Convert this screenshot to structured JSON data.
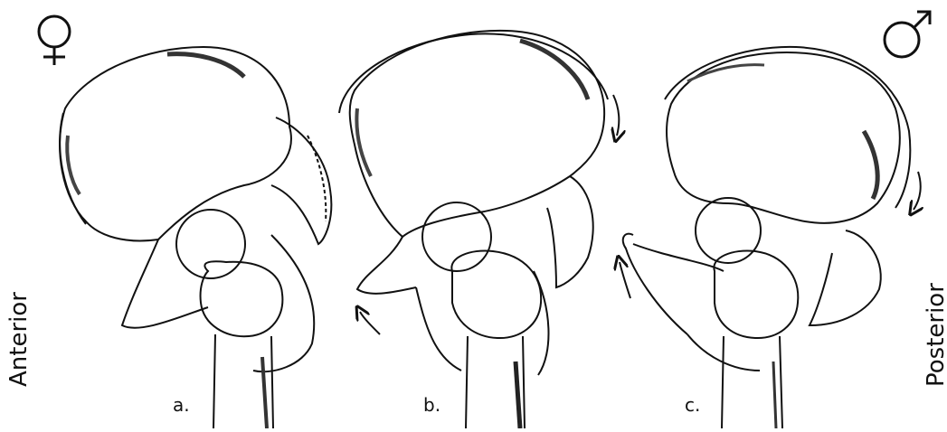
{
  "symbols": {
    "female": "♀",
    "male": "♂"
  },
  "labels": {
    "anterior": "Anterior",
    "posterior": "Posterior"
  },
  "figures": [
    {
      "label": "a."
    },
    {
      "label": "b."
    },
    {
      "label": "c."
    }
  ],
  "colors": {
    "ink": "#111111",
    "background": "#ffffff"
  }
}
